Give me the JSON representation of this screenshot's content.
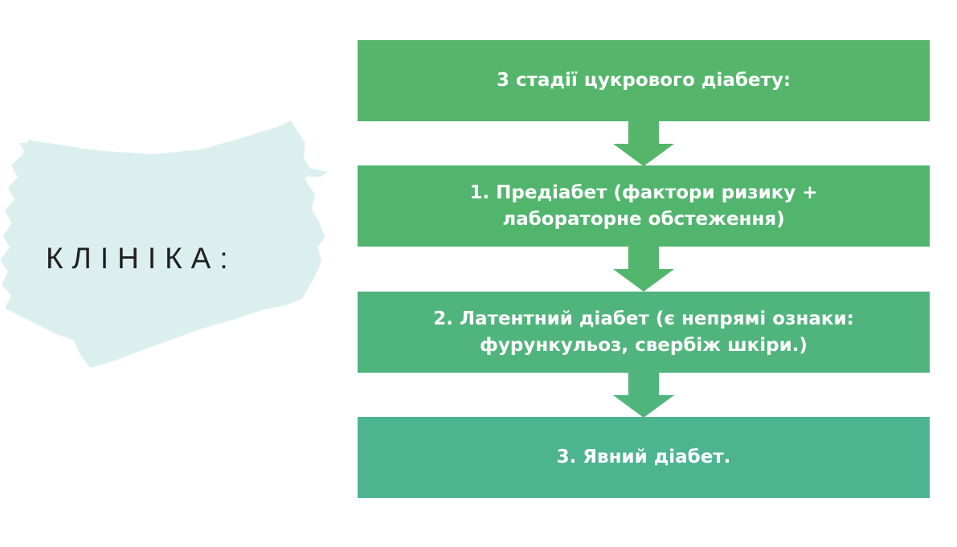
{
  "title": "КЛІНІКА:",
  "colors": {
    "brush": "#dcefef",
    "box_1": "#54b56b",
    "box_2": "#52b56e",
    "box_3": "#50b47d",
    "box_4": "#4db490",
    "arrow_1": "#54b56b",
    "arrow_2": "#52b56e",
    "arrow_3": "#50b47d"
  },
  "flow": {
    "steps": [
      {
        "lines": [
          "3 стадії цукрового діабету:"
        ]
      },
      {
        "lines": [
          "1. Предіабет (фактори ризику +",
          "лабораторне обстеження)"
        ]
      },
      {
        "lines": [
          "2. Латентний діабет (є непрямі ознаки:",
          "фурункульоз, свербіж шкіри.)"
        ]
      },
      {
        "lines": [
          "3. Явний діабет."
        ]
      }
    ]
  }
}
